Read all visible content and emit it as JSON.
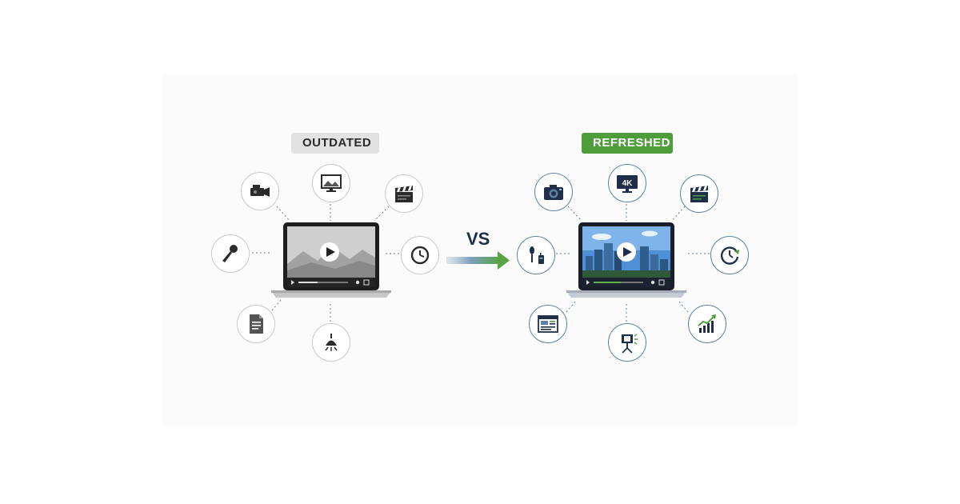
{
  "left": {
    "badge": "OUTDATED",
    "icons": [
      "video-camera-icon",
      "monitor-image-icon",
      "clapperboard-icon",
      "microphone-icon",
      "clock-icon",
      "document-icon",
      "spotlight-icon"
    ]
  },
  "right": {
    "badge": "REFRESHED",
    "icon_4k_label": "4K",
    "icons": [
      "camera-icon",
      "4k-monitor-icon",
      "clapperboard-icon",
      "lavalier-mic-icon",
      "clock-refresh-icon",
      "webpage-icon",
      "ring-light-icon",
      "growth-chart-icon"
    ]
  },
  "vs_label": "VS",
  "colors": {
    "refreshed_green": "#4f9d3a",
    "outline_blue": "#5b80a4",
    "navy": "#1f2f49"
  }
}
